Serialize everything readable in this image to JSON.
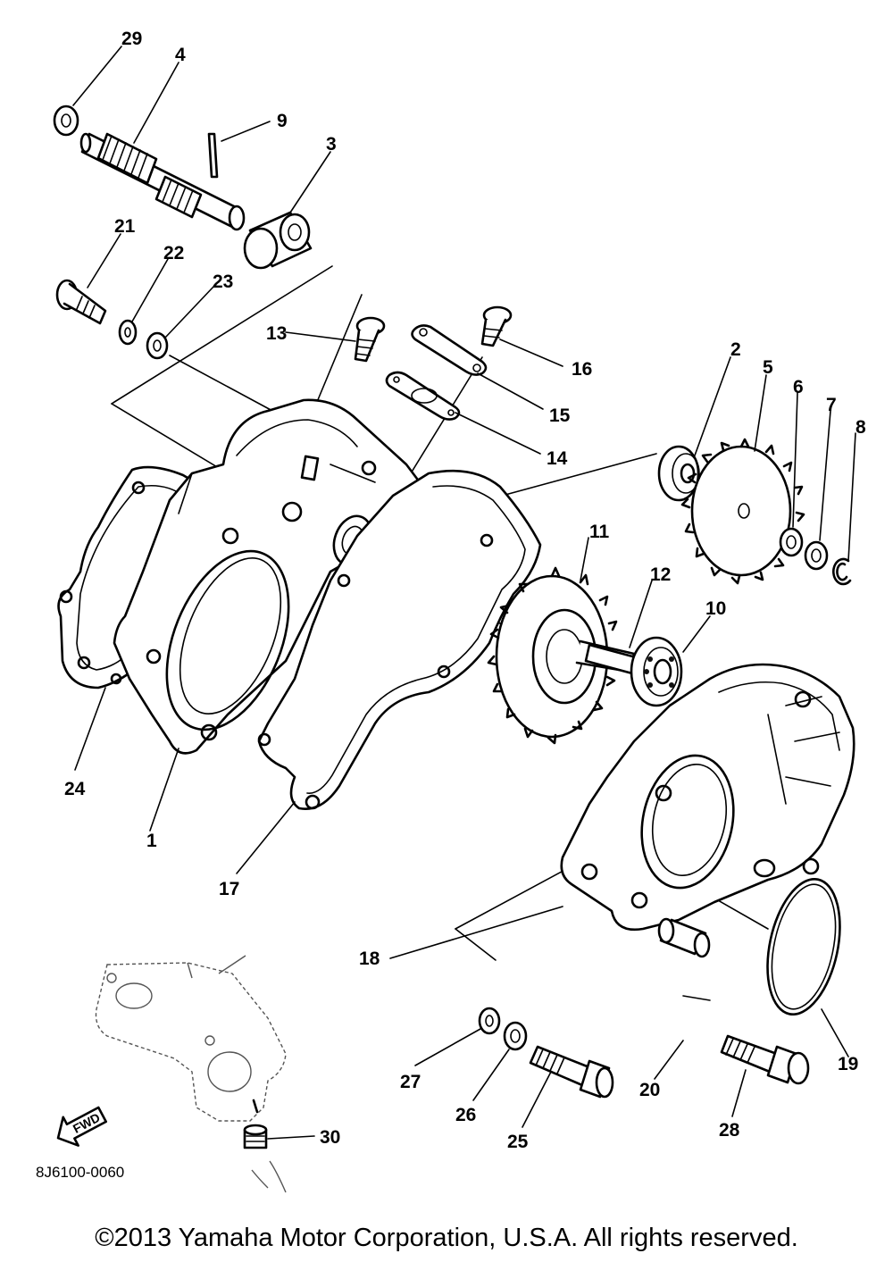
{
  "callouts": {
    "c1": "1",
    "c2": "2",
    "c3": "3",
    "c4": "4",
    "c5": "5",
    "c6": "6",
    "c7": "7",
    "c8": "8",
    "c9": "9",
    "c10": "10",
    "c11": "11",
    "c12": "12",
    "c13": "13",
    "c14": "14",
    "c15": "15",
    "c16": "16",
    "c17": "17",
    "c18": "18",
    "c19": "19",
    "c20": "20",
    "c21": "21",
    "c22": "22",
    "c23": "23",
    "c24": "24",
    "c25": "25",
    "c26": "26",
    "c27": "27",
    "c28": "28",
    "c29": "29",
    "c30": "30"
  },
  "fwd_label": "FWD",
  "diagram_code": "8J6100-0060",
  "copyright": "©2013 Yamaha Motor Corporation, U.S.A. All rights reserved."
}
